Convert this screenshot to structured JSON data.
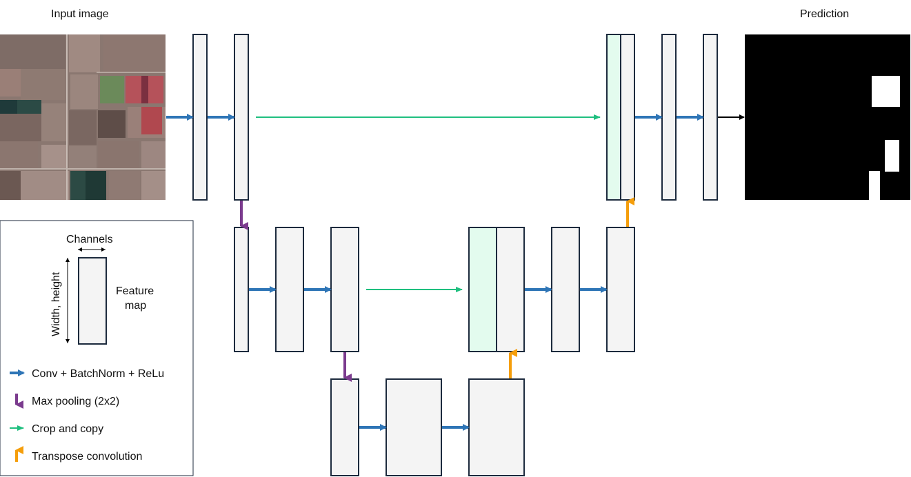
{
  "labels": {
    "input_image": "Input image",
    "prediction": "Prediction"
  },
  "legend": {
    "channels": "Channels",
    "width_height": "Width, height",
    "feature_map_line1": "Feature",
    "feature_map_line2": "map",
    "items": [
      {
        "label": "Conv + BatchNorm + ReLu",
        "color": "#2e75b6",
        "direction": "right"
      },
      {
        "label": "Max pooling (2x2)",
        "color": "#7b3b8e",
        "direction": "down"
      },
      {
        "label": "Crop and copy",
        "color": "#1fbf7f",
        "direction": "right"
      },
      {
        "label": "Transpose convolution",
        "color": "#f59e0b",
        "direction": "up"
      }
    ]
  },
  "colors": {
    "conv": "#2e75b6",
    "pool": "#7b3b8e",
    "copy": "#1fbf7f",
    "upconv": "#f59e0b",
    "feature_map_fill": "#f4f4f4",
    "copied_map_fill": "#e3fbee",
    "outline": "#1c2a3d"
  }
}
